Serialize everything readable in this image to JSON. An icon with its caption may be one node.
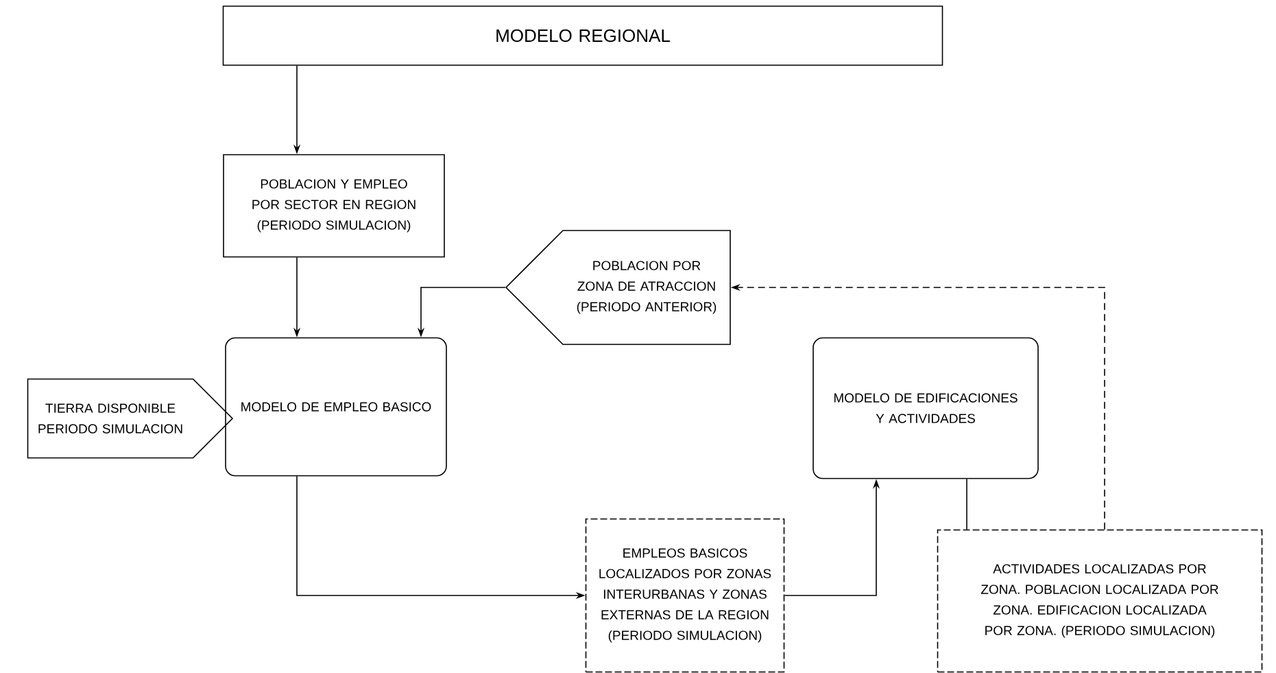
{
  "diagram": {
    "nodes": [
      {
        "text": [
          "MODELO REGIONAL"
        ]
      },
      {
        "text": [
          "POBLACION Y EMPLEO POR SECTOR EN REGION (PERIODO SIMULACION)"
        ]
      },
      {
        "text": [
          "POBLACION POR ZONA DE ATRACCION (PERIODO ANTERIOR)"
        ]
      },
      {
        "text": [
          "TIERRA DISPONIBLE PERIODO SIMULACION"
        ]
      },
      {
        "text": [
          "MODELO DE EMPLEO BASICO"
        ]
      },
      {
        "text": [
          "MODELO DE EDIFICACIONES Y ACTIVIDADES"
        ]
      },
      {
        "text": [
          "EMPLEOS BASICOS LOCALIZADOS POR ZONAS INTERURBANAS Y ZONAS EXTERNAS DE LA REGION (PERIODO SIMULACION)"
        ]
      },
      {
        "text": [
          "ACTIVIDADES LOCALIZADAS POR ZONA. POBLACION LOCALIZADA POR ZONA. EDIFICACION LOCALIZADA POR ZONA. (PERIODO SIMULACION)"
        ]
      }
    ],
    "edges": [
      {
        "from": 0,
        "to": 1,
        "arrow": "to"
      },
      {
        "from": 1,
        "to": 4,
        "arrow": "to"
      },
      {
        "from": 2,
        "to": 4,
        "arrow": "to"
      },
      {
        "from": 4,
        "to": 6,
        "arrow": "to"
      },
      {
        "from": 6,
        "to": 5,
        "arrow": "to"
      },
      {
        "from": 5,
        "to": 7,
        "arrow": "none"
      },
      {
        "from": 7,
        "to": 2,
        "arrow": "to",
        "style": "dashed"
      }
    ]
  }
}
